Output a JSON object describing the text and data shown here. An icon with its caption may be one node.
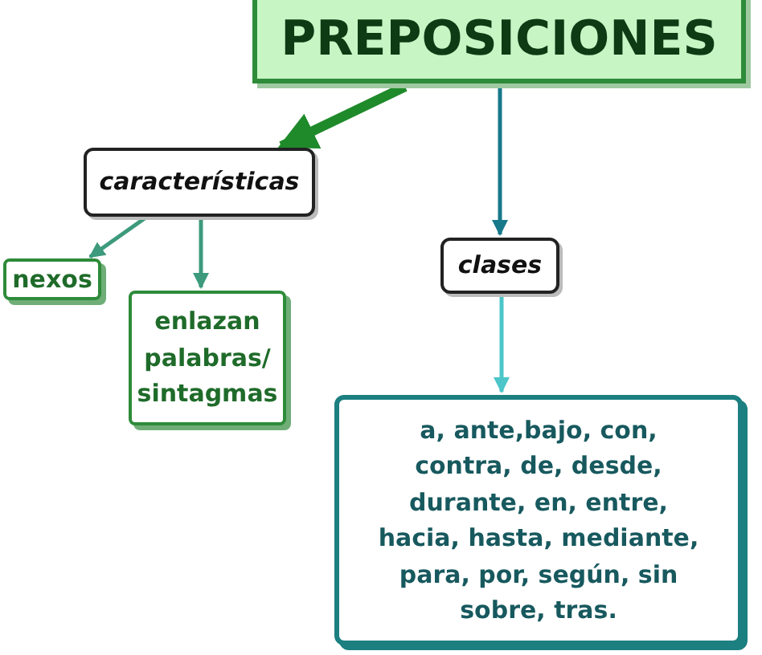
{
  "diagram": {
    "nodes": [
      {
        "text": [
          "PREPOSICIONES"
        ]
      },
      {
        "text": [
          "características"
        ]
      },
      {
        "text": [
          "nexos"
        ]
      },
      {
        "text": [
          "enlazan palabras/ sintagmas"
        ]
      },
      {
        "text": [
          "clases"
        ]
      },
      {
        "text": [
          "a, ante,bajo, con, contra, de, desde, durante, en, entre, hacia, hasta, mediante, para, por, según, sin sobre, tras."
        ]
      }
    ],
    "edges": [
      {
        "from": 0,
        "to": 1,
        "arrow": "to",
        "style": "thick",
        "color": "#1f8a2a"
      },
      {
        "from": 0,
        "to": 4,
        "arrow": "to",
        "color": "#17798a"
      },
      {
        "from": 1,
        "to": 2,
        "arrow": "to",
        "color": "#3d9a7c"
      },
      {
        "from": 1,
        "to": 3,
        "arrow": "to",
        "color": "#3d9a7c"
      },
      {
        "from": 4,
        "to": 5,
        "arrow": "to",
        "color": "#4cc6c8"
      }
    ]
  }
}
